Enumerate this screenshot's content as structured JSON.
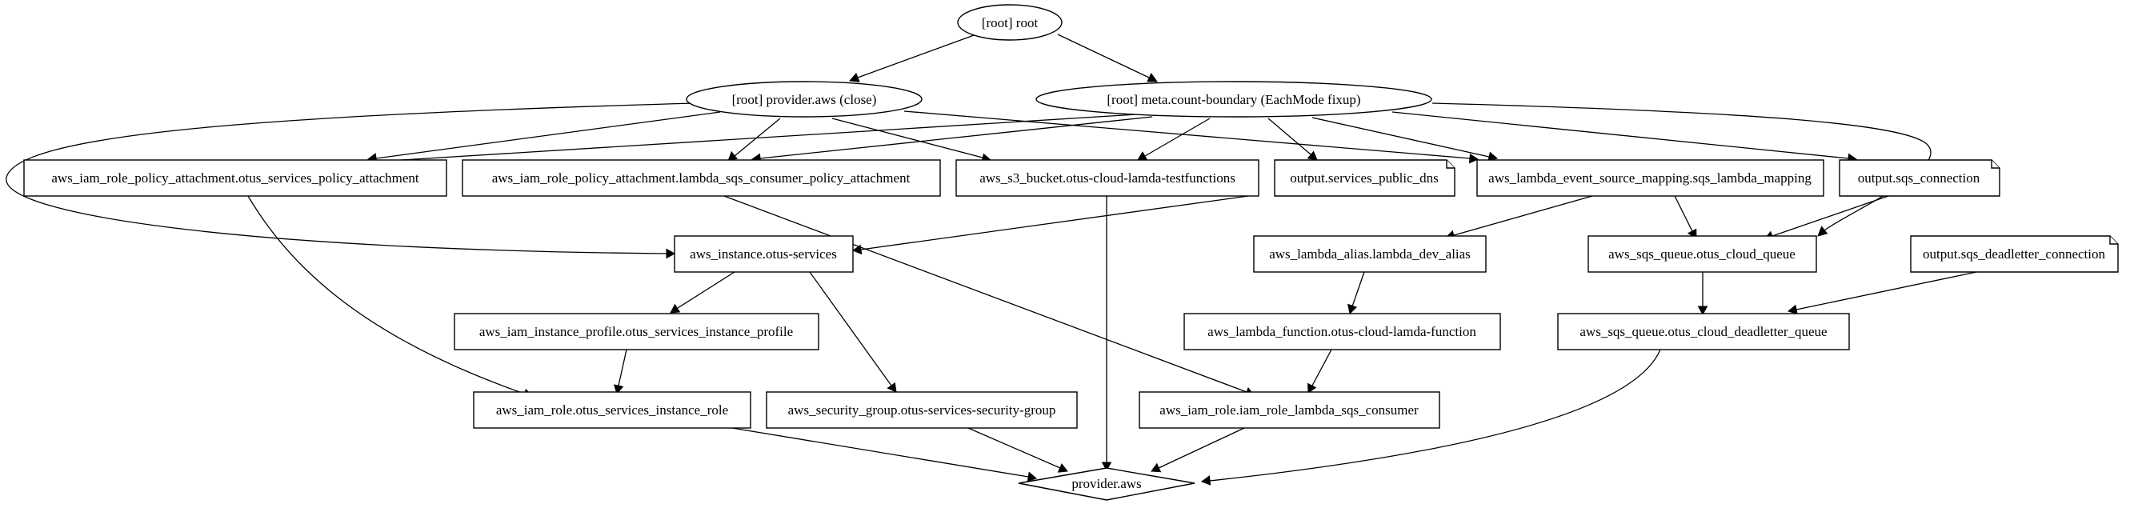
{
  "graph": {
    "nodes": {
      "root": "[root] root",
      "provider_close": "[root] provider.aws (close)",
      "meta_count": "[root] meta.count-boundary (EachMode fixup)",
      "policy_attach_services": "aws_iam_role_policy_attachment.otus_services_policy_attachment",
      "policy_attach_lambda": "aws_iam_role_policy_attachment.lambda_sqs_consumer_policy_attachment",
      "s3_bucket": "aws_s3_bucket.otus-cloud-lamda-testfunctions",
      "out_dns": "output.services_public_dns",
      "event_mapping": "aws_lambda_event_source_mapping.sqs_lambda_mapping",
      "out_sqs_conn": "output.sqs_connection",
      "instance": "aws_instance.otus-services",
      "lambda_alias": "aws_lambda_alias.lambda_dev_alias",
      "sqs_queue": "aws_sqs_queue.otus_cloud_queue",
      "out_deadletter": "output.sqs_deadletter_connection",
      "instance_profile": "aws_iam_instance_profile.otus_services_instance_profile",
      "lambda_function": "aws_lambda_function.otus-cloud-lamda-function",
      "deadletter_queue": "aws_sqs_queue.otus_cloud_deadletter_queue",
      "iam_role_instance": "aws_iam_role.otus_services_instance_role",
      "security_group": "aws_security_group.otus-services-security-group",
      "iam_role_lambda": "aws_iam_role.iam_role_lambda_sqs_consumer",
      "provider_aws": "provider.aws"
    }
  }
}
